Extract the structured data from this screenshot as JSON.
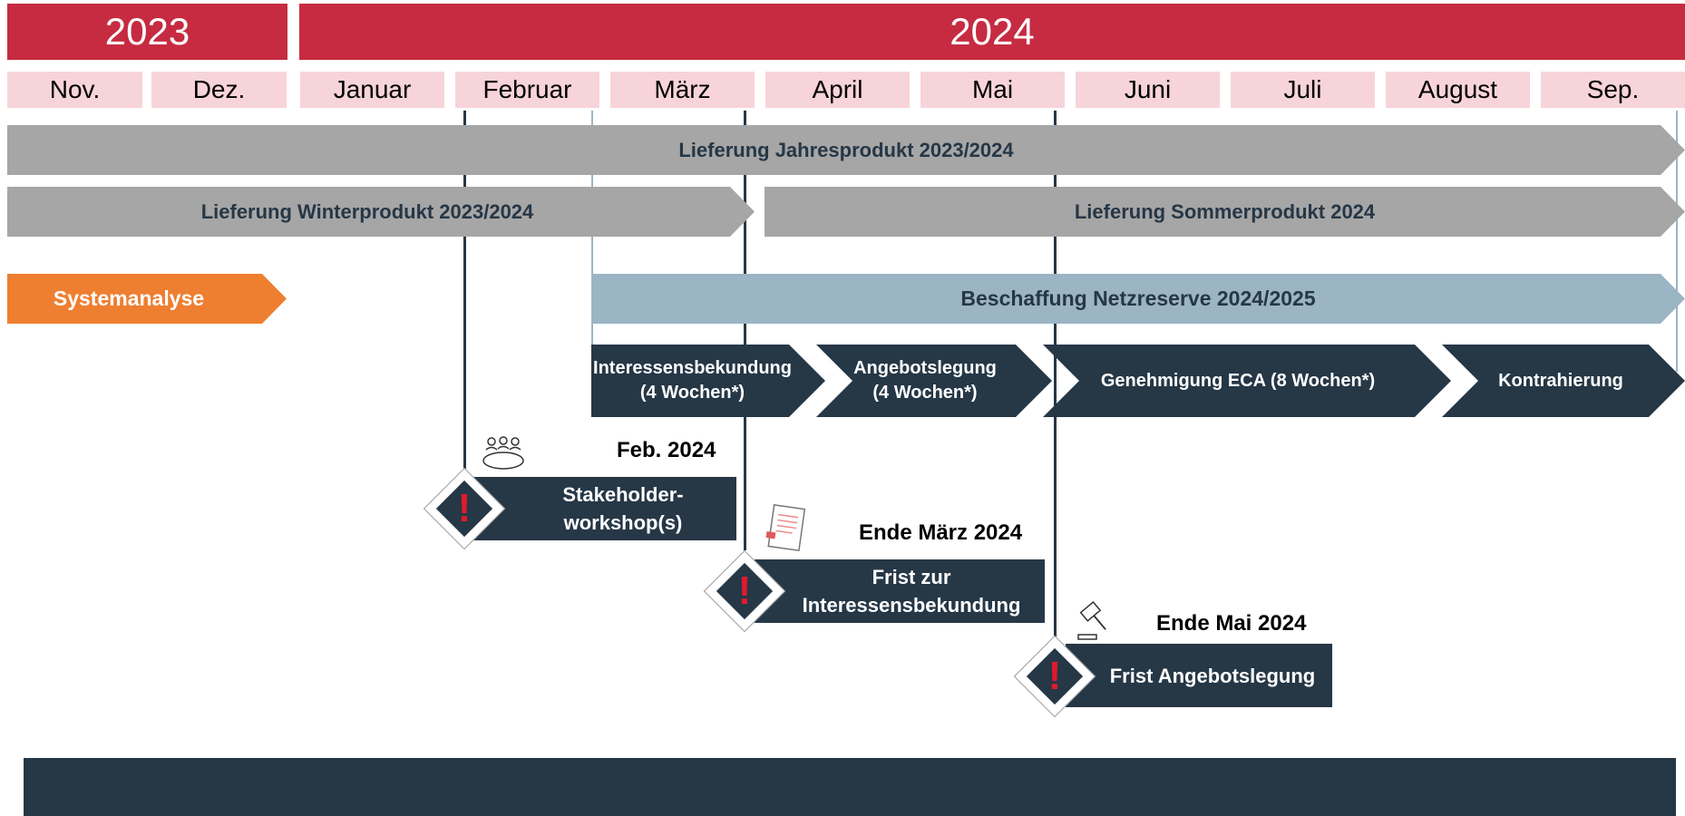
{
  "years": [
    "2023",
    "2024"
  ],
  "months": [
    "Nov.",
    "Dez.",
    "Januar",
    "Februar",
    "März",
    "April",
    "Mai",
    "Juni",
    "Juli",
    "August",
    "Sep."
  ],
  "bars": {
    "jahresprodukt": "Lieferung Jahresprodukt 2023/2024",
    "winterprodukt": "Lieferung Winterprodukt 2023/2024",
    "sommerprodukt": "Lieferung Sommerprodukt 2024",
    "systemanalyse": "Systemanalyse",
    "netzreserve": "Beschaffung Netzreserve 2024/2025"
  },
  "phases": {
    "interessensbekundung": {
      "line1": "Interessensbekundung",
      "line2": "(4 Wochen*)"
    },
    "angebotslegung": {
      "line1": "Angebotslegung",
      "line2": "(4 Wochen*)"
    },
    "genehmigung": "Genehmigung ECA (8 Wochen*)",
    "kontrahierung": "Kontrahierung"
  },
  "milestones": {
    "workshop": {
      "date": "Feb. 2024",
      "line1": "Stakeholder-",
      "line2": "workshop(s)",
      "icon": "meeting-icon"
    },
    "interessensbekundung": {
      "date": "Ende März 2024",
      "line1": "Frist zur",
      "line2": "Interessensbekundung",
      "icon": "document-icon"
    },
    "angebotslegung": {
      "date": "Ende Mai 2024",
      "line1": "Frist Angebotslegung",
      "icon": "gavel-icon"
    },
    "alert_mark": "!"
  },
  "colors": {
    "year_red": "#c62b41",
    "month_pink": "#f7d4da",
    "grey_bar": "#a6a6a6",
    "blue_bar": "#9bb5c4",
    "orange_bar": "#ee7f31",
    "navy": "#263746",
    "alert_red": "#e11a2d"
  }
}
